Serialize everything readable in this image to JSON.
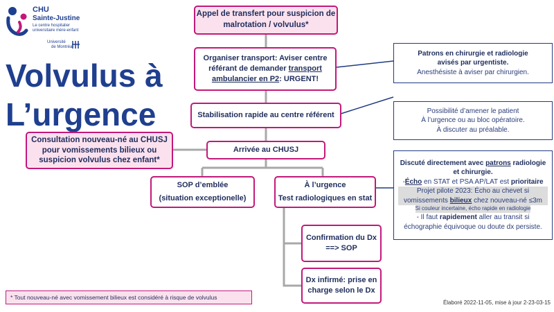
{
  "logo": {
    "line1": "CHU",
    "line2": "Sainte-Justine",
    "line3": "Le centre hospitalier",
    "line4": "universitaire mère-enfant",
    "univ_line1": "Université",
    "univ_line2": "de Montréal"
  },
  "title": {
    "line1": "Volvulus à",
    "line2": "L’urgence"
  },
  "flow": {
    "step1": "Appel de transfert pour suspicion de malrotation / volvulus*",
    "step2_a": "Organiser transport: Aviser centre référant de demander ",
    "step2_u1": "transport ambulancier en P2",
    "step2_b": ": URGENT!",
    "step3": "Stabilisation rapide au centre référent",
    "step4": "Arrivée au CHUSJ",
    "left_box": "Consultation nouveau-né au CHUSJ pour vomissements bilieux ou suspicion volvulus chez enfant*",
    "sop_line1": "SOP d’emblée",
    "sop_line2": "(situation exceptionelle)",
    "urg_line1": "À l’urgence",
    "urg_line2": "Test radiologiques  en stat",
    "confirm_line1": "Confirmation du Dx",
    "confirm_line2": "==> SOP",
    "infirm_line1": "Dx infirmé: prise en",
    "infirm_line2": "charge selon le Dx"
  },
  "notes": {
    "n1_line1": "Patrons en chirurgie et radiologie",
    "n1_line2": "avisés par urgentiste.",
    "n1_line3": "Anesthésiste à aviser par chirurgien.",
    "n2_line1": "Possibilité d’amener le patient",
    "n2_line2": "À l’urgence ou au bloc opératoire.",
    "n2_line3": "À discuter au préalable.",
    "n3_a": "Discuté directement avec ",
    "n3_u": "patrons",
    "n3_b": " radiologie et chirurgie.",
    "n3_echo_a": "-",
    "n3_echo_u": "Écho",
    "n3_echo_b": " en STAT et PSA AP/LAT est ",
    "n3_echo_c": "prioritaire",
    "n3_pilot_a": "Projet pilote 2023: Écho au chevet si vomissements ",
    "n3_pilot_u": "bilieux",
    "n3_pilot_b": " chez nouveau-né  ≤3m",
    "n3_small": "Si couleur incertaine, écho rapide en radiologie",
    "n3_last_a": "- Il faut ",
    "n3_last_b": "rapidement",
    "n3_last_c": " aller au transit si échographie équivoque  ou doute dx persiste."
  },
  "footnote": "* Tout nouveau-né avec vomissement bilieux est considéré à risque de volvulus",
  "credit": "Élaboré 2022-11-05, mise à jour 2-23-03-15",
  "colors": {
    "accent_pink": "#c2187a",
    "fill_pink": "#fbe1ee",
    "navy": "#1f2d5c",
    "title_blue": "#1f3f8f",
    "connector_gray": "#a8a8a8"
  }
}
